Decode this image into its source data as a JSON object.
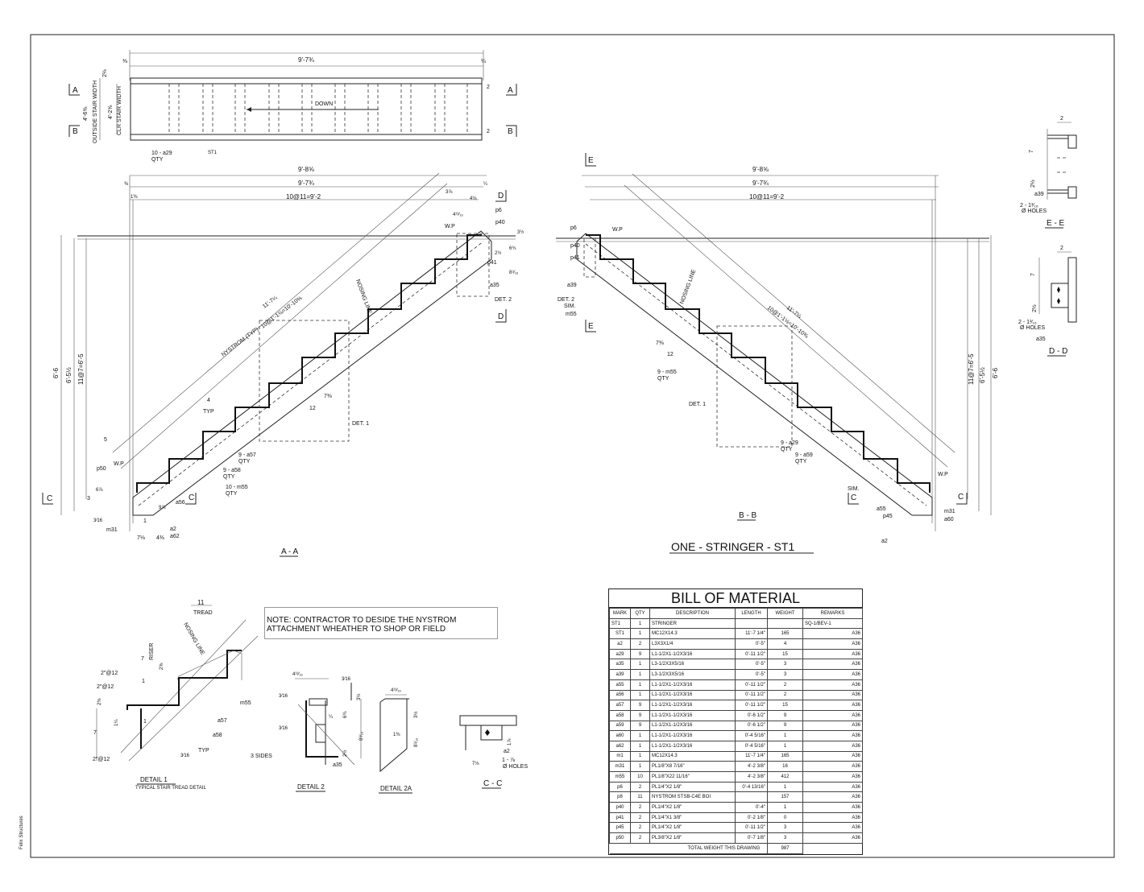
{
  "sheet": {
    "main_title": "ONE - STRINGER - ST1",
    "side_credit": "Felix Structures",
    "note": "NOTE: CONTRACTOR TO DESIDE THE NYSTROM ATTACHMENT WHEATHER TO SHOP OR FIELD"
  },
  "plan": {
    "overall_length": "9'-7¾",
    "left_offset": "⅜",
    "right_offset": "¼",
    "outside_width": "4'-6⅝",
    "outside_width_label": "OUTSIDE STAIR WIDTH",
    "clear_width": "4'-2⅝",
    "clear_width_label": "CLR STAIR WIDTH",
    "edge_dim": "2⅛",
    "direction": "DOWN",
    "tread_qty": "10 - a29",
    "tread_qty_label": "QTY",
    "stringer_mark": "ST1",
    "side_dim": "2",
    "section_a": "A",
    "section_b": "B"
  },
  "section_aa": {
    "title": "A - A",
    "overall": "9'-8⅝",
    "horiz": "9'-7¾",
    "going": "10@11=9'-2",
    "slope": "11'-7¼",
    "nystrom": "NYSTROM (TYP)",
    "rise_run": "10@1'-1⅛=10'-10⅜",
    "nosing": "NOSING LINE",
    "height_total": "6'-6",
    "height_clear": "6'-5½",
    "risers": "11@7=6'-5",
    "tread_run": "12",
    "riser_h": "7⅜",
    "typ": "TYP",
    "four": "4",
    "det1": "DET. 1",
    "det2": "DET. 2",
    "wp": "W.P",
    "parts_upper": [
      "p6",
      "p40",
      "p41",
      "a35"
    ],
    "parts_lower": [
      "p50",
      "a56",
      "a2",
      "a62",
      "m31"
    ],
    "qty_a57": "9 - a57",
    "qty_a58": "9 - a58",
    "qty_m55": "10 - m55",
    "qty": "QTY",
    "dims": [
      "⅜",
      "1⅜",
      "¼",
      "3⅞",
      "4⅛",
      "4¹³⁄₁₆",
      "3½",
      "6¾",
      "8⁹⁄₁₆",
      "2½",
      "5",
      "6⅞",
      "3",
      "1",
      "7⅛",
      "4⅜",
      "3⁄16",
      "9⅞"
    ],
    "sec_c": "C",
    "sec_d": "D"
  },
  "section_bb": {
    "title": "B - B",
    "overall": "9'-8⅝",
    "horiz": "9'-7¾",
    "going": "10@11=9'-2",
    "slope": "11'-7¼",
    "rise_run": "10@1'-1⅛=10'-10⅜",
    "nosing": "NOSING LINE",
    "height_total": "6'-6",
    "height_clear": "6'-5½",
    "risers": "11@7=6'-5",
    "tread_run": "12",
    "riser_h": "7⅜",
    "det1": "DET. 1",
    "det2": "DET. 2",
    "sim": "SIM.",
    "wp": "W.P",
    "parts_upper": [
      "p6",
      "p40",
      "p41",
      "a39",
      "m55"
    ],
    "parts_lower": [
      "a55",
      "p45",
      "m31",
      "a60",
      "a2"
    ],
    "qty_m55": "9 - m55",
    "qty_a29": "9 - a29",
    "qty_a59": "9 - a59",
    "qty": "QTY",
    "sec_e": "E",
    "sec_c": "C"
  },
  "view_ee": {
    "title": "E - E",
    "dim_top": "2",
    "dim_side": "7",
    "dim_low": "2½",
    "part": "a39",
    "holes": "2 - 1³⁄₁₆",
    "holes2": "Ø HOLES"
  },
  "view_dd": {
    "title": "D - D",
    "dim_top": "2",
    "dim_side": "7",
    "dim_low": "2½",
    "part": "a35",
    "holes": "2 - 1³⁄₁₆",
    "holes2": "Ø HOLES"
  },
  "detail1": {
    "title": "DETAIL 1",
    "subtitle": "TYPICAL STAIR TREAD DETAIL",
    "tread": "11",
    "tread_label": "TREAD",
    "riser": "7",
    "riser_label": "RISER",
    "nosing": "NOSING LINE",
    "welds": [
      "2\"@12",
      "2\"@12",
      "2\"@12"
    ],
    "parts": [
      "m55",
      "a57",
      "a58"
    ],
    "typ": "TYP",
    "dims": [
      "2⅜",
      "1",
      "1",
      "2⅝",
      "1¼",
      "7",
      "3⁄16"
    ]
  },
  "detail2": {
    "title": "DETAIL 2",
    "dims": [
      "4¹³⁄₁₆",
      "3⁄16",
      "3½",
      "6¾",
      "2½",
      "8⁹⁄₁₆",
      "¼",
      "3⁄16"
    ],
    "sides": "3 SIDES",
    "part": "a35"
  },
  "detail2a": {
    "title": "DETAIL 2A",
    "dims": [
      "4¹³⁄₁₆",
      "3½",
      "1⅜",
      "8⁹⁄₁₆"
    ]
  },
  "view_cc": {
    "title": "C - C",
    "dims": [
      "1⅞",
      "7⅛"
    ],
    "part": "a2",
    "holes": "1 - ⅞",
    "holes2": "Ø HOLES"
  },
  "bom": {
    "title": "BILL OF MATERIAL",
    "headers": [
      "MARK",
      "QTY",
      "DESCRIPTION",
      "LENGTH",
      "WEIGHT",
      "REMARKS"
    ],
    "rows": [
      [
        "ST1",
        "1",
        "STRINGER",
        "",
        "",
        "SQ-1/BEV-1"
      ],
      [
        "ST1",
        "1",
        "MC12X14.3",
        "11'-7 1/4\"",
        "165",
        "A36"
      ],
      [
        "a2",
        "2",
        "L3X3X1/4",
        "0'-5\"",
        "4",
        "A36"
      ],
      [
        "a29",
        "9",
        "L1-1/2X1-1/2X3/16",
        "0'-11 1/2\"",
        "15",
        "A36"
      ],
      [
        "a35",
        "1",
        "L3-1/2X3X5/16",
        "0'-5\"",
        "3",
        "A36"
      ],
      [
        "a39",
        "1",
        "L3-1/2X3X5/16",
        "0'-5\"",
        "3",
        "A36"
      ],
      [
        "a55",
        "1",
        "L1-1/2X1-1/2X3/16",
        "0'-11 1/2\"",
        "2",
        "A36"
      ],
      [
        "a56",
        "1",
        "L1-1/2X1-1/2X3/16",
        "0'-11 1/2\"",
        "2",
        "A36"
      ],
      [
        "a57",
        "9",
        "L1-1/2X1-1/2X3/16",
        "0'-11 1/2\"",
        "15",
        "A36"
      ],
      [
        "a58",
        "9",
        "L1-1/2X1-1/2X3/16",
        "0'-6 1/2\"",
        "9",
        "A36"
      ],
      [
        "a59",
        "9",
        "L1-1/2X1-1/2X3/16",
        "0'-6 1/2\"",
        "9",
        "A36"
      ],
      [
        "a60",
        "1",
        "L1-1/2X1-1/2X3/16",
        "0'-4 5/16\"",
        "1",
        "A36"
      ],
      [
        "a62",
        "1",
        "L1-1/2X1-1/2X3/16",
        "0'-4 5/16\"",
        "1",
        "A36"
      ],
      [
        "m1",
        "1",
        "MC12X14.3",
        "11'-7 1/4\"",
        "165",
        "A36"
      ],
      [
        "m31",
        "1",
        "PL1/8\"X8 7/16\"",
        "4'-2 3/8\"",
        "16",
        "A36"
      ],
      [
        "m55",
        "10",
        "PL1/8\"X22 11/16\"",
        "4'-2 3/8\"",
        "412",
        "A36"
      ],
      [
        "p6",
        "2",
        "PL1/4\"X2 1/8\"",
        "0'-4 13/16\"",
        "1",
        "A36"
      ],
      [
        "p8",
        "11",
        "NYSTROM STSB-C4E     BOI",
        "",
        "157",
        "A36"
      ],
      [
        "p40",
        "2",
        "PL1/4\"X2 1/8\"",
        "0'-4\"",
        "1",
        "A36"
      ],
      [
        "p41",
        "2",
        "PL1/4\"X1 3/8\"",
        "0'-2 1/8\"",
        "0",
        "A36"
      ],
      [
        "p45",
        "2",
        "PL1/4\"X2 1/8\"",
        "0'-11 1/2\"",
        "3",
        "A36"
      ],
      [
        "p50",
        "2",
        "PL3/8\"X2 1/8\"",
        "0'-7 1/8\"",
        "3",
        "A36"
      ]
    ],
    "total_label": "TOTAL WEIGHT THIS DRAWING",
    "total_value": "987"
  }
}
